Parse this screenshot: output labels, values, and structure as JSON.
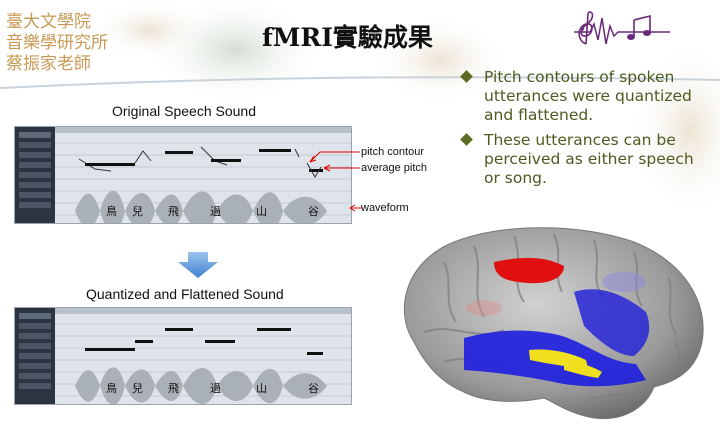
{
  "header": {
    "institution_lines": [
      "臺大文學院",
      "音樂學研究所",
      "蔡振家老師"
    ],
    "title": "fMRI實驗成果"
  },
  "icons": {
    "logo": "treble-clef-waveform-logo",
    "bullet": "diamond-bullet",
    "arrow": "down-arrow"
  },
  "panels": [
    {
      "caption": "Original Speech Sound",
      "characters": [
        "鳥",
        "兒",
        "飛",
        "過",
        "山",
        "谷"
      ],
      "annotations": [
        "pitch contour",
        "average pitch",
        "waveform"
      ]
    },
    {
      "caption": "Quantized and Flattened Sound",
      "characters": [
        "鳥",
        "兒",
        "飛",
        "過",
        "山",
        "谷"
      ]
    }
  ],
  "bullets": [
    "Pitch contours of spoken utterances were quantized and flattened.",
    "These utterances can be perceived as either speech or song."
  ],
  "colors": {
    "institution_text": "#c89a55",
    "bullet_text": "#4e5a20",
    "activation_red": "#e01010",
    "activation_blue": "#2a2ad8",
    "activation_yellow": "#f0e020",
    "arrow_blue": "#4a90d8"
  }
}
